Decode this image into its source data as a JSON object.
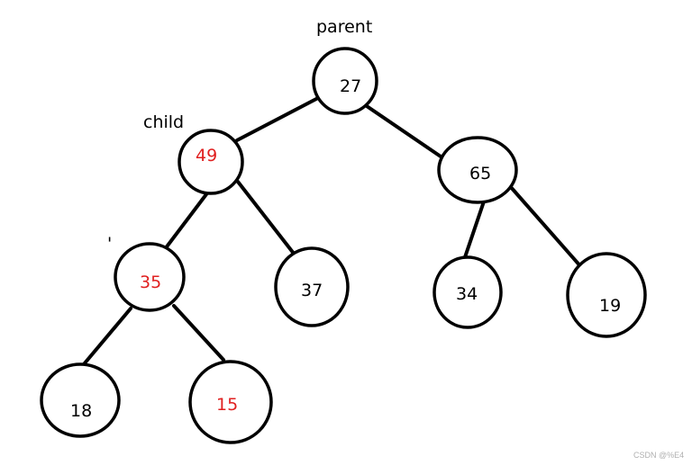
{
  "diagram": {
    "annotations": {
      "parent_label": "parent",
      "child_label": "child",
      "tick_mark": "'"
    },
    "colors": {
      "default_text": "#000000",
      "highlight_text": "#e02020",
      "stroke": "#000000"
    },
    "nodes": [
      {
        "id": "n27",
        "value": "27",
        "highlight": false
      },
      {
        "id": "n49",
        "value": "49",
        "highlight": true
      },
      {
        "id": "n65",
        "value": "65",
        "highlight": false
      },
      {
        "id": "n35",
        "value": "35",
        "highlight": true
      },
      {
        "id": "n37",
        "value": "37",
        "highlight": false
      },
      {
        "id": "n34",
        "value": "34",
        "highlight": false
      },
      {
        "id": "n19",
        "value": "19",
        "highlight": false
      },
      {
        "id": "n18",
        "value": "18",
        "highlight": false
      },
      {
        "id": "n15",
        "value": "15",
        "highlight": true
      }
    ],
    "edges": [
      {
        "from": "n27",
        "to": "n49"
      },
      {
        "from": "n27",
        "to": "n65"
      },
      {
        "from": "n49",
        "to": "n35"
      },
      {
        "from": "n49",
        "to": "n37"
      },
      {
        "from": "n65",
        "to": "n34"
      },
      {
        "from": "n65",
        "to": "n19"
      },
      {
        "from": "n35",
        "to": "n18"
      },
      {
        "from": "n35",
        "to": "n15"
      }
    ]
  },
  "watermark": "CSDN @%E4"
}
